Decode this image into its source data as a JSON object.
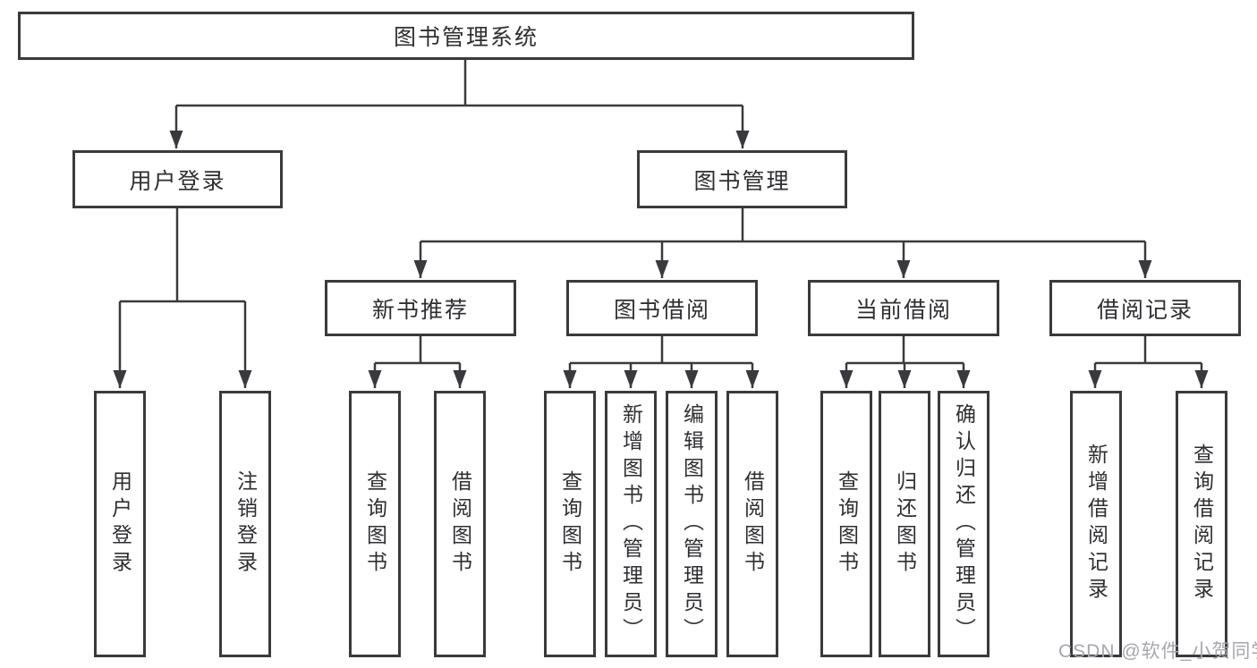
{
  "tree": {
    "root": {
      "label": "图书管理系统"
    },
    "branches": [
      {
        "label": "用户登录",
        "leaves": [
          {
            "label": "用户登录"
          },
          {
            "label": "注销登录"
          }
        ]
      },
      {
        "label": "图书管理",
        "groups": [
          {
            "label": "新书推荐",
            "leaves": [
              {
                "label": "查询图书"
              },
              {
                "label": "借阅图书"
              }
            ]
          },
          {
            "label": "图书借阅",
            "leaves": [
              {
                "label": "查询图书"
              },
              {
                "label": "新增图书（管理员）"
              },
              {
                "label": "编辑图书（管理员）"
              },
              {
                "label": "借阅图书"
              }
            ]
          },
          {
            "label": "当前借阅",
            "leaves": [
              {
                "label": "查询图书"
              },
              {
                "label": "归还图书"
              },
              {
                "label": "确认归还（管理员）"
              }
            ]
          },
          {
            "label": "借阅记录",
            "leaves": [
              {
                "label": "新增借阅记录"
              },
              {
                "label": "查询借阅记录"
              }
            ]
          }
        ]
      }
    ]
  },
  "watermark": "CSDN @软件_小贺同学",
  "colors": {
    "line": "#3a3a3e",
    "text": "#2f2f33",
    "watermark": "#a6a6af",
    "background": "#ffffff"
  }
}
